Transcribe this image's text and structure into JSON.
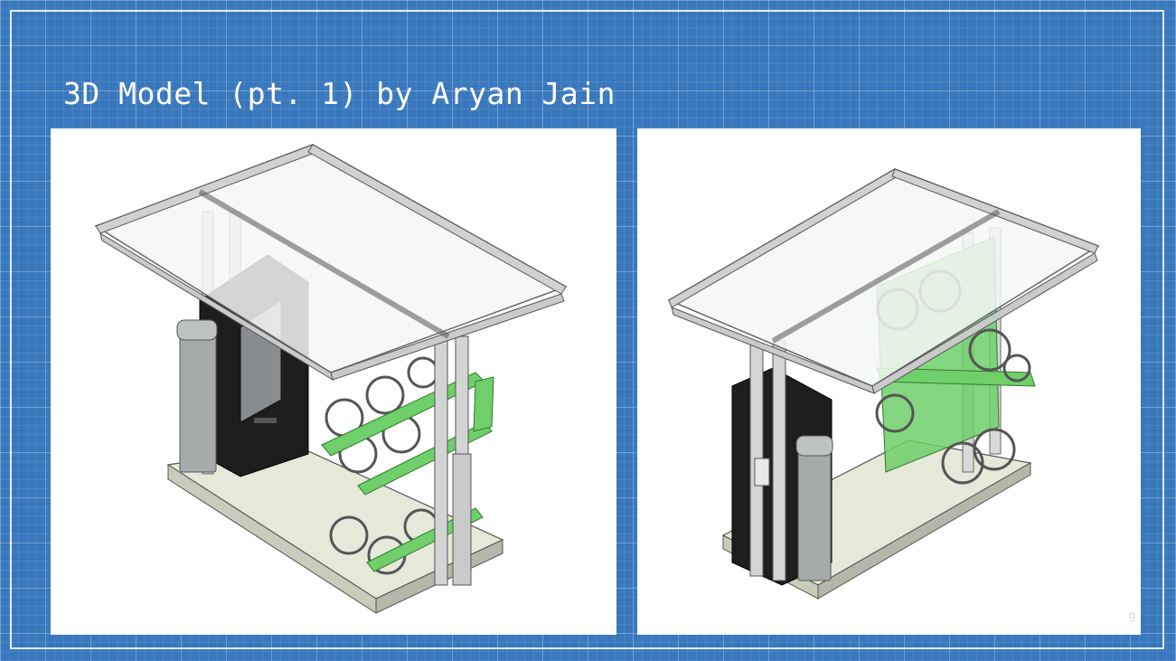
{
  "slide": {
    "title": "3D Model (pt. 1) by Aryan Jain",
    "page_number": "9"
  },
  "images": [
    {
      "label": "bike-shelter-render-left"
    },
    {
      "label": "bike-shelter-render-right"
    }
  ],
  "colors": {
    "background": "#3a78bd",
    "frame": "#ffffff",
    "rack_green": "#6fcf6a",
    "kiosk": "#1f1f1f",
    "roof_glass": "#f4f6f6",
    "base": "#e6e8d8"
  }
}
